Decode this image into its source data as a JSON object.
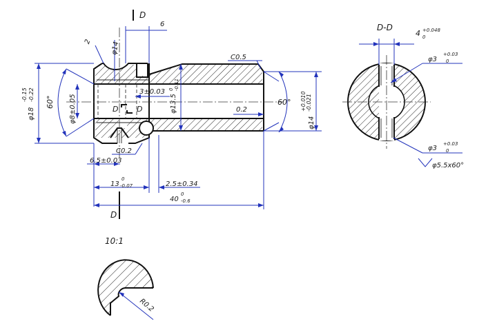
{
  "section_mark": "D",
  "section_arrow_top": "D",
  "section_arrow_bottom": "D",
  "main_view": {
    "dims": {
      "top_6": "6",
      "top_2": "2",
      "dia14": "φ14",
      "chamfer_c05": "C0.5",
      "dia18": "φ18",
      "dia18_tol_up": "-0.15",
      "dia18_tol_low": "-0.22",
      "angle_left": "60°",
      "dia8": "φ8±0.05",
      "sec_left": "D",
      "sec_right": "D",
      "dim_3": "3±0.03",
      "dia13": "φ13.5",
      "dia13_tol_up": "0",
      "dia13_tol_low": "-0.11",
      "dim_02": "0.2",
      "angle_right": "60°",
      "dia14_right": "φ14",
      "dia14_right_tol_up": "+0.010",
      "dia14_right_tol_low": "-0.021",
      "chamfer_c02": "C0.2",
      "dim_65": "6.5±0.03",
      "dim_13": "13",
      "dim_13_tol_up": "0",
      "dim_13_tol_low": "-0.07",
      "dim_25": "2.5±0.34",
      "dim_40": "40",
      "dim_40_tol_up": "0",
      "dim_40_tol_low": "-0.6"
    }
  },
  "section_view": {
    "title": "D-D",
    "dim_4": "4",
    "dim_4_tol_up": "+0.048",
    "dim_4_tol_low": "0",
    "dia3_top": "φ3",
    "dia3_top_tol_up": "+0.03",
    "dia3_top_tol_low": "0",
    "dia3_bottom": "φ3",
    "dia3_bottom_tol_up": "+0.03",
    "dia3_bottom_tol_low": "0",
    "countersink": "φ5.5x60°"
  },
  "detail_view": {
    "scale": "10:1",
    "radius": "R0.2"
  }
}
